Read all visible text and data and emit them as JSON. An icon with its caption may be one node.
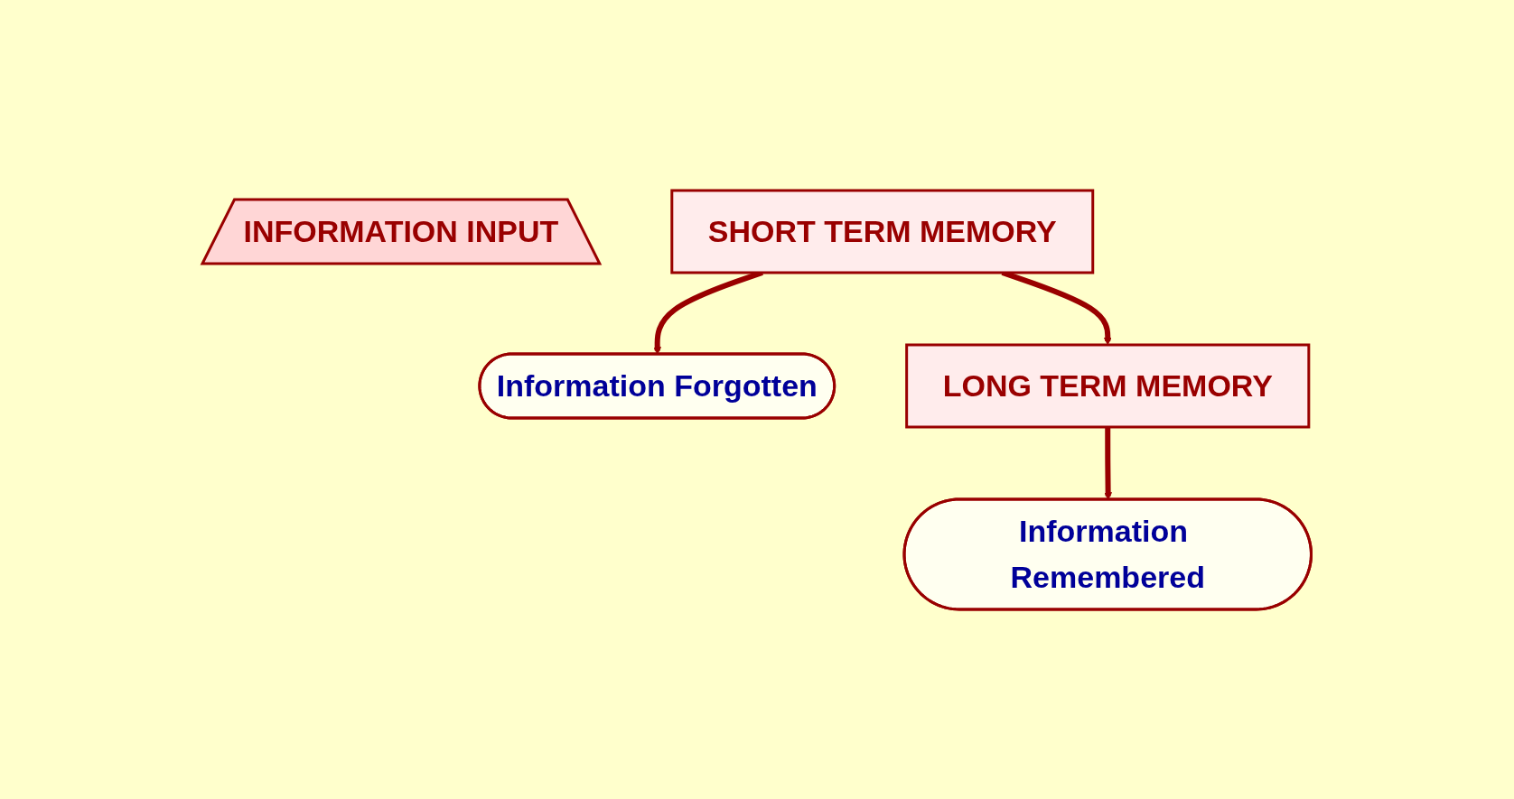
{
  "diagram": {
    "nodes": [
      {
        "text": [
          "INFORMATION INPUT"
        ]
      },
      {
        "text": [
          "SHORT TERM MEMORY"
        ]
      },
      {
        "text": [
          "Information Forgotten"
        ]
      },
      {
        "text": [
          "LONG TERM MEMORY"
        ]
      },
      {
        "text": [
          "Information Remembered"
        ]
      }
    ],
    "edges": [
      {
        "from": 1,
        "to": 2,
        "arrow": "to"
      },
      {
        "from": 1,
        "to": 3,
        "arrow": "to"
      },
      {
        "from": 3,
        "to": 4,
        "arrow": "to"
      }
    ]
  }
}
